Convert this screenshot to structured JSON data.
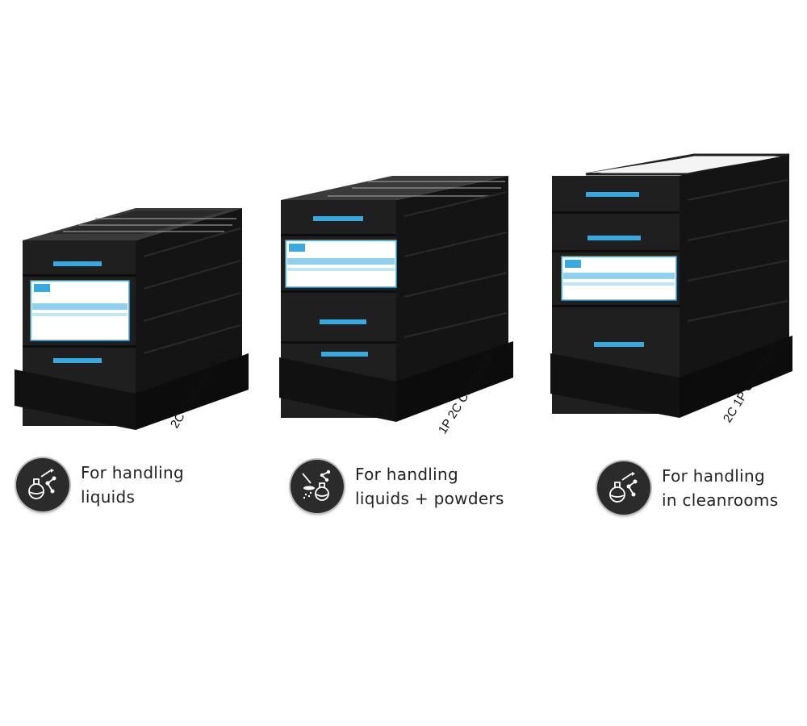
{
  "products": [
    {
      "config_label": "2C Configuration",
      "feature_line1": "For handling",
      "feature_line2": "liquids",
      "icon": "flask-molecule-icon"
    },
    {
      "config_label": "1P 2C Configuration",
      "feature_line1": "For handling",
      "feature_line2": "liquids + powders",
      "icon": "flask-powder-molecule-icon"
    },
    {
      "config_label": "2C 1P Configuration",
      "feature_line1": "For handling",
      "feature_line2": "in cleanrooms",
      "icon": "flask-molecule-icon"
    }
  ],
  "colors": {
    "body": "#1c1c1c",
    "accent": "#3aa9e0",
    "panel": "#ffffff",
    "icon_bg": "#2b2b2b"
  }
}
